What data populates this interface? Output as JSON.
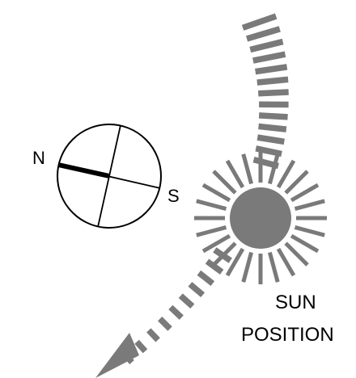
{
  "compass": {
    "north_label": "N",
    "south_label": "S"
  },
  "sun": {
    "label_line1": "SUN",
    "label_line2": "POSITION"
  },
  "colors": {
    "sun_fill": "#7a7a7a",
    "path_fill": "#7a7a7a",
    "outline": "#000000",
    "background": "#ffffff"
  }
}
